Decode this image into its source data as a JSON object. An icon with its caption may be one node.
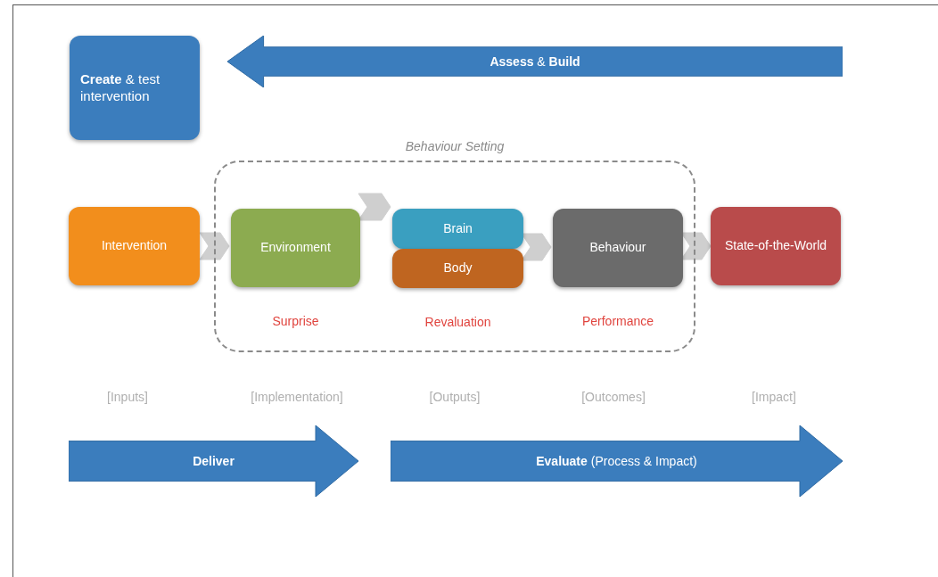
{
  "diagram": {
    "nodes": [
      {
        "text": [
          "**Create** & test intervention"
        ]
      },
      {
        "text": [
          "**Assess** & **Build**"
        ]
      },
      {
        "text": [
          "Behaviour Setting"
        ]
      },
      {
        "text": [
          "Intervention"
        ]
      },
      {
        "text": [
          "Environment"
        ],
        "in": 2,
        "beside": [
          "Surprise"
        ]
      },
      {
        "text": [
          "Brain"
        ],
        "in": 2
      },
      {
        "text": [
          "Body"
        ],
        "in": 2,
        "beside": [
          "Revaluation"
        ]
      },
      {
        "text": [
          "Behaviour"
        ],
        "in": 2,
        "beside": [
          "Performance"
        ]
      },
      {
        "text": [
          "State-of-the-World"
        ]
      },
      {
        "text": [
          "**Deliver**"
        ]
      },
      {
        "text": [
          "**Evaluate** (Process & Impact)"
        ]
      }
    ],
    "edges": [
      {
        "from": 3,
        "to": 4,
        "arrow": "to"
      },
      {
        "from": 4,
        "to": 5,
        "arrow": "to"
      },
      {
        "from": 5,
        "to": 7,
        "arrow": "to"
      },
      {
        "from": 7,
        "to": 8,
        "arrow": "to"
      }
    ],
    "labels": [
      "[Inputs]",
      "[Implementation]",
      "[Outputs]",
      "[Outcomes]",
      "[Impact]"
    ]
  }
}
